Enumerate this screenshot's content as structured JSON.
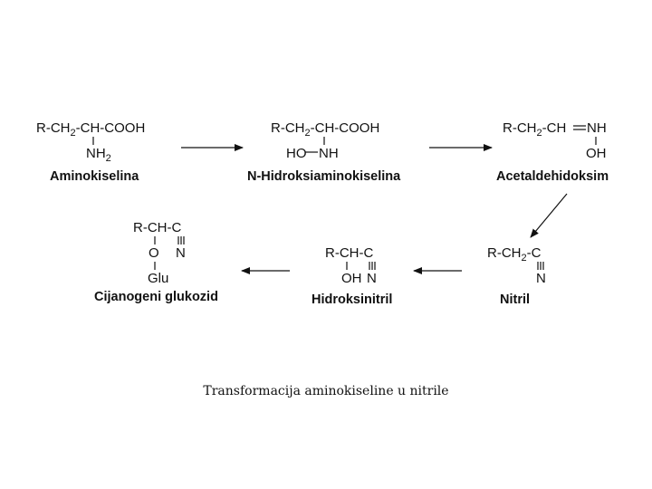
{
  "compounds": {
    "aminokiselina": {
      "r_ch": "R-CH",
      "sub2": "2",
      "rest": "-CH-COOH",
      "nh": "NH",
      "nh_sub": "2",
      "name": "Aminokiselina"
    },
    "hidroksiamino": {
      "r_ch": "R-CH",
      "sub2": "2",
      "rest": "-CH-COOH",
      "ho": "HO",
      "nh": "NH",
      "name": "N-Hidroksiaminokiselina"
    },
    "acetaldehidoksim": {
      "r_ch": "R-CH",
      "sub2": "2",
      "ch": "-CH",
      "nh": "NH",
      "oh": "OH",
      "name": "Acetaldehidoksim"
    },
    "nitril": {
      "r_ch": "R-CH",
      "sub2": "2",
      "c": "-C",
      "n": "N",
      "name": "Nitril"
    },
    "hidroksinitril": {
      "main": "R-CH-C",
      "oh": "OH",
      "n": "N",
      "name": "Hidroksinitril"
    },
    "cijanogeni": {
      "main": "R-CH-C",
      "o": "O",
      "n": "N",
      "glu": "Glu",
      "name": "Cijanogeni glukozid"
    }
  },
  "caption": "Transformacija aminokiseline u nitrile"
}
